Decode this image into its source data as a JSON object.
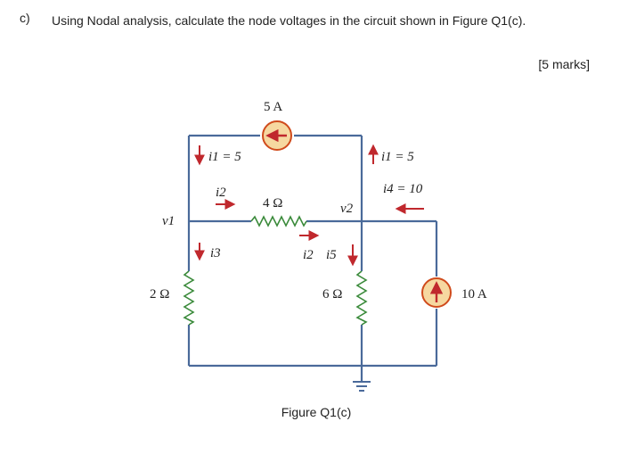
{
  "question": {
    "label": "c)",
    "text": "Using Nodal analysis, calculate the node voltages in the circuit shown in Figure Q1(c).",
    "marks": "[5 marks]"
  },
  "circuit": {
    "wire_color": "#4a6a9a",
    "source_fill": "#f6d8a0",
    "source_stroke": "#d04b1c",
    "arrow_color": "#c0282d",
    "top_source": "5 A",
    "right_source": "10 A",
    "r_top": "4 Ω",
    "r_left": "2 Ω",
    "r_mid": "6 Ω",
    "node_v1": "v1",
    "node_v2": "v2",
    "i1_left": "i1 = 5",
    "i1_right": "i1 = 5",
    "i4_right": "i4 = 10",
    "i2_a": "i2",
    "i2_b": "i2",
    "i3": "i3",
    "i5": "i5"
  },
  "caption": "Figure Q1(c)"
}
